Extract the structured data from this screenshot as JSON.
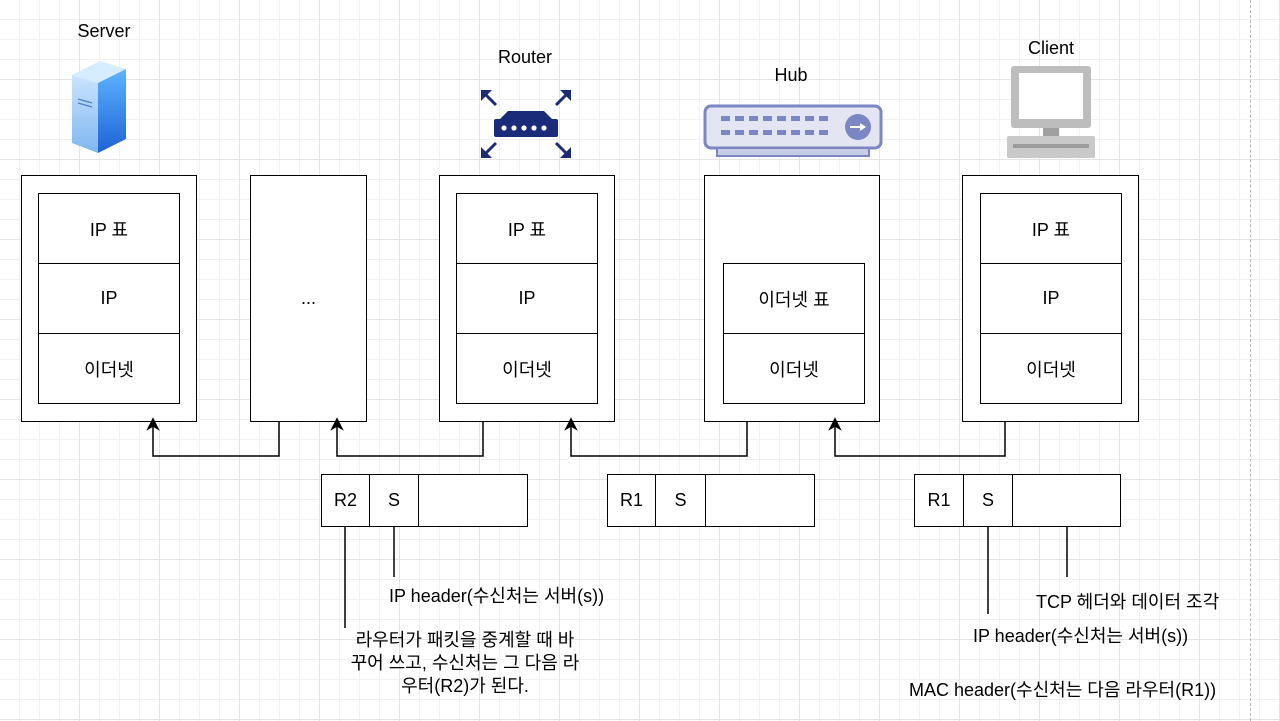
{
  "nodes": {
    "server": {
      "label": "Server",
      "layers": [
        "IP 표",
        "IP",
        "이더넷"
      ]
    },
    "middle": {
      "label": "..."
    },
    "router": {
      "label": "Router",
      "layers": [
        "IP 표",
        "IP",
        "이더넷"
      ]
    },
    "hub": {
      "label": "Hub",
      "layers": [
        "이더넷 표",
        "이더넷"
      ]
    },
    "client": {
      "label": "Client",
      "layers": [
        "IP 표",
        "IP",
        "이더넷"
      ]
    }
  },
  "frames": {
    "frame_1": {
      "cells": [
        "R2",
        "S",
        ""
      ]
    },
    "frame_2": {
      "cells": [
        "R1",
        "S",
        ""
      ]
    },
    "frame_3": {
      "cells": [
        "R1",
        "S",
        ""
      ]
    }
  },
  "annotations": {
    "ip_header_left": "IP header(수신처는 서버(s))",
    "router_note": [
      "라우터가 패킷을 중계할 때 바",
      "꾸어 쓰고, 수신처는 그 다음 라",
      "우터(R2)가 된다."
    ],
    "tcp_note": "TCP 헤더와 데이터 조각",
    "ip_header_right": "IP header(수신처는 서버(s))",
    "mac_header": "MAC header(수신처는 다음 라우터(R1))"
  },
  "colors": {
    "router_icon": "#1a2b7a",
    "server_icon": "#2f7de1",
    "hub_icon": "#7b86c4",
    "client_icon": "#a9a9a9"
  }
}
